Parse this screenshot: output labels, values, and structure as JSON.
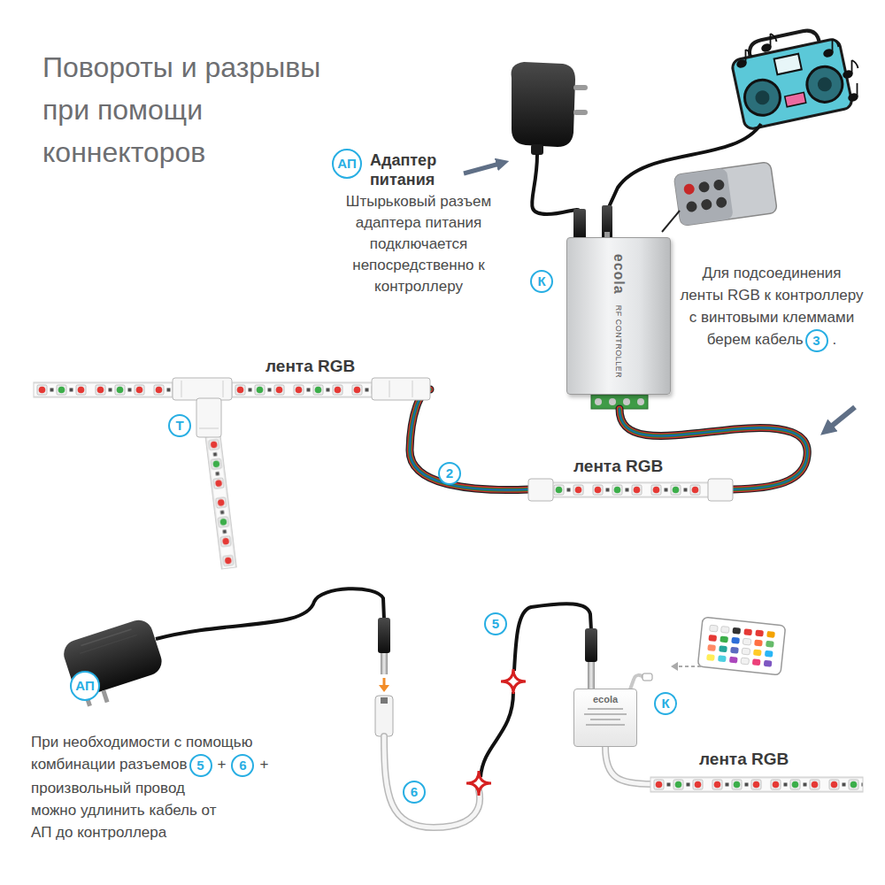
{
  "diagram": {
    "title": "Повороты и разрывы при помощи коннекторов",
    "nodes": [
      {
        "text": [
          "АП"
        ]
      },
      {
        "text": [
          "ecola",
          "RF CONTROLLER"
        ]
      },
      {
        "text": [
          "К"
        ]
      },
      {
        "text": [
          "Т"
        ]
      },
      {
        "text": [
          "2"
        ]
      },
      {
        "text": [
          "3"
        ]
      },
      {
        "text": [
          "5"
        ]
      },
      {
        "text": [
          "АП"
        ]
      },
      {
        "text": [
          "ecola"
        ]
      },
      {
        "text": [
          "К"
        ]
      },
      {
        "text": [
          "5"
        ]
      },
      {
        "text": [
          "6"
        ]
      },
      {
        "text": [
          "6"
        ]
      }
    ],
    "labels": [
      "Адаптер питания",
      "Штырьковый разъем адаптера питания подключается непосредственно к контроллеру",
      "Для подсоединения ленты RGB к контроллеру с винтовыми клеммами берем кабель",
      ".",
      "лента RGB",
      "лента RGB",
      "лента RGB",
      "При необходимости с помощью комбинации разъемов",
      "+",
      "+",
      "произвольный провод можно удлинить кабель от АП до контроллера"
    ]
  }
}
